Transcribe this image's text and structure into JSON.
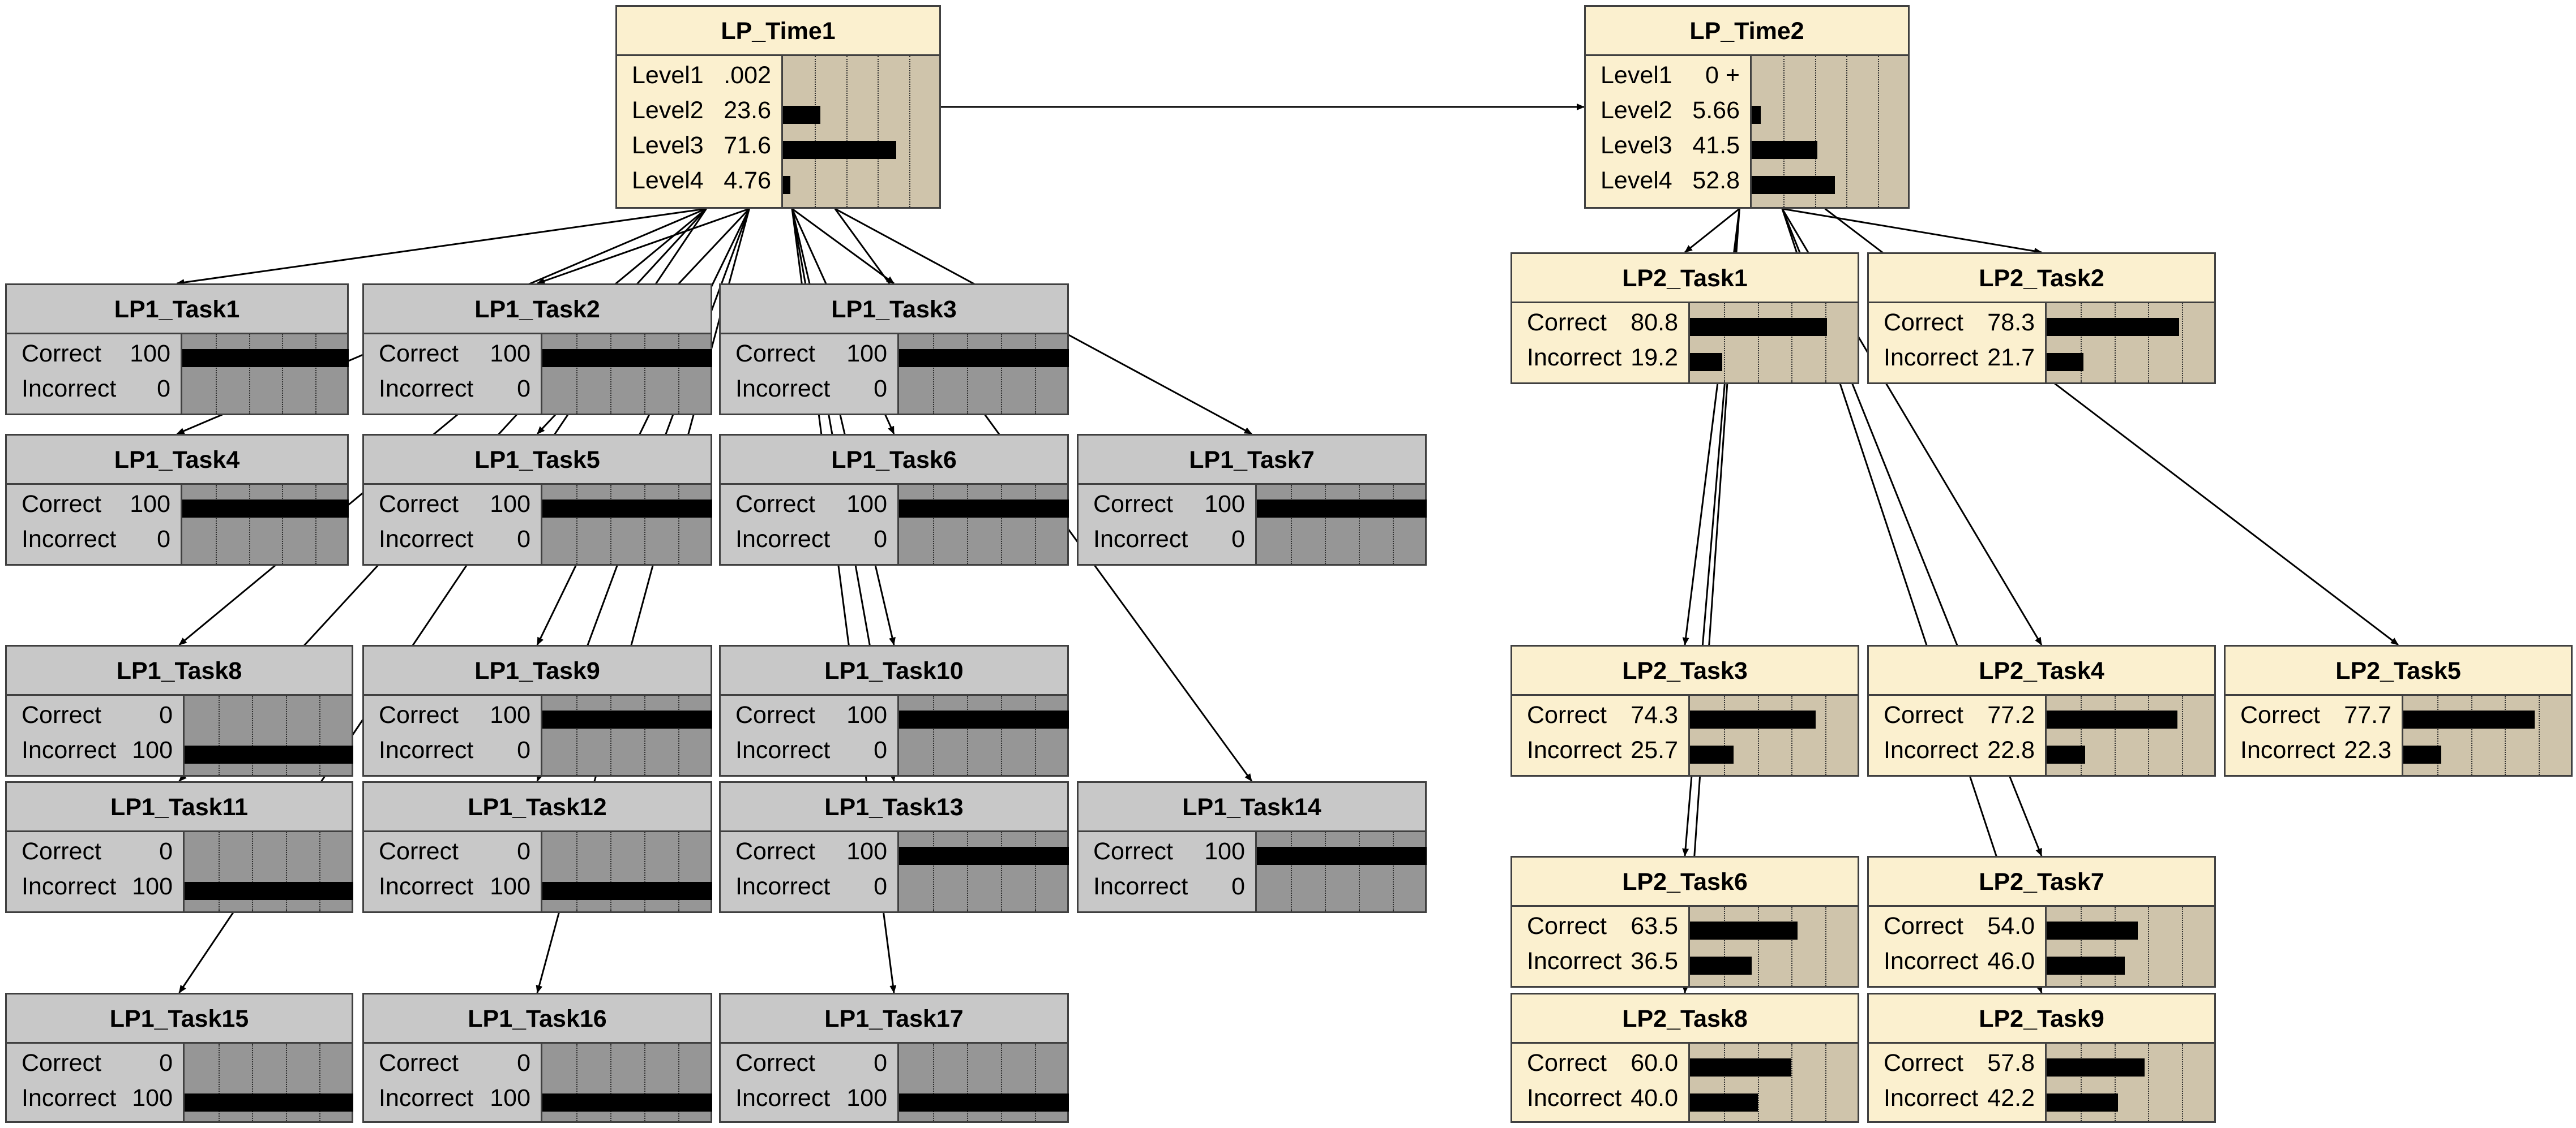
{
  "nodes": [
    {
      "id": "lp_time1",
      "title": "LP_Time1",
      "theme": "beige",
      "states": [
        {
          "name": "Level1",
          "value": ".002",
          "prob": 0.002
        },
        {
          "name": "Level2",
          "value": "23.6",
          "prob": 23.6
        },
        {
          "name": "Level3",
          "value": "71.6",
          "prob": 71.6
        },
        {
          "name": "Level4",
          "value": "4.76",
          "prob": 4.76
        }
      ]
    },
    {
      "id": "lp_time2",
      "title": "LP_Time2",
      "theme": "beige",
      "states": [
        {
          "name": "Level1",
          "value": "0 +",
          "prob": 0
        },
        {
          "name": "Level2",
          "value": "5.66",
          "prob": 5.66
        },
        {
          "name": "Level3",
          "value": "41.5",
          "prob": 41.5
        },
        {
          "name": "Level4",
          "value": "52.8",
          "prob": 52.8
        }
      ]
    },
    {
      "id": "lp1_task1",
      "title": "LP1_Task1",
      "theme": "gray",
      "states": [
        {
          "name": "Correct",
          "value": "100",
          "prob": 100
        },
        {
          "name": "Incorrect",
          "value": "0",
          "prob": 0
        }
      ]
    },
    {
      "id": "lp1_task2",
      "title": "LP1_Task2",
      "theme": "gray",
      "states": [
        {
          "name": "Correct",
          "value": "100",
          "prob": 100
        },
        {
          "name": "Incorrect",
          "value": "0",
          "prob": 0
        }
      ]
    },
    {
      "id": "lp1_task3",
      "title": "LP1_Task3",
      "theme": "gray",
      "states": [
        {
          "name": "Correct",
          "value": "100",
          "prob": 100
        },
        {
          "name": "Incorrect",
          "value": "0",
          "prob": 0
        }
      ]
    },
    {
      "id": "lp1_task4",
      "title": "LP1_Task4",
      "theme": "gray",
      "states": [
        {
          "name": "Correct",
          "value": "100",
          "prob": 100
        },
        {
          "name": "Incorrect",
          "value": "0",
          "prob": 0
        }
      ]
    },
    {
      "id": "lp1_task5",
      "title": "LP1_Task5",
      "theme": "gray",
      "states": [
        {
          "name": "Correct",
          "value": "100",
          "prob": 100
        },
        {
          "name": "Incorrect",
          "value": "0",
          "prob": 0
        }
      ]
    },
    {
      "id": "lp1_task6",
      "title": "LP1_Task6",
      "theme": "gray",
      "states": [
        {
          "name": "Correct",
          "value": "100",
          "prob": 100
        },
        {
          "name": "Incorrect",
          "value": "0",
          "prob": 0
        }
      ]
    },
    {
      "id": "lp1_task7",
      "title": "LP1_Task7",
      "theme": "gray",
      "states": [
        {
          "name": "Correct",
          "value": "100",
          "prob": 100
        },
        {
          "name": "Incorrect",
          "value": "0",
          "prob": 0
        }
      ]
    },
    {
      "id": "lp1_task8",
      "title": "LP1_Task8",
      "theme": "gray",
      "states": [
        {
          "name": "Correct",
          "value": "0",
          "prob": 0
        },
        {
          "name": "Incorrect",
          "value": "100",
          "prob": 100
        }
      ]
    },
    {
      "id": "lp1_task9",
      "title": "LP1_Task9",
      "theme": "gray",
      "states": [
        {
          "name": "Correct",
          "value": "100",
          "prob": 100
        },
        {
          "name": "Incorrect",
          "value": "0",
          "prob": 0
        }
      ]
    },
    {
      "id": "lp1_task10",
      "title": "LP1_Task10",
      "theme": "gray",
      "states": [
        {
          "name": "Correct",
          "value": "100",
          "prob": 100
        },
        {
          "name": "Incorrect",
          "value": "0",
          "prob": 0
        }
      ]
    },
    {
      "id": "lp1_task11",
      "title": "LP1_Task11",
      "theme": "gray",
      "states": [
        {
          "name": "Correct",
          "value": "0",
          "prob": 0
        },
        {
          "name": "Incorrect",
          "value": "100",
          "prob": 100
        }
      ]
    },
    {
      "id": "lp1_task12",
      "title": "LP1_Task12",
      "theme": "gray",
      "states": [
        {
          "name": "Correct",
          "value": "0",
          "prob": 0
        },
        {
          "name": "Incorrect",
          "value": "100",
          "prob": 100
        }
      ]
    },
    {
      "id": "lp1_task13",
      "title": "LP1_Task13",
      "theme": "gray",
      "states": [
        {
          "name": "Correct",
          "value": "100",
          "prob": 100
        },
        {
          "name": "Incorrect",
          "value": "0",
          "prob": 0
        }
      ]
    },
    {
      "id": "lp1_task14",
      "title": "LP1_Task14",
      "theme": "gray",
      "states": [
        {
          "name": "Correct",
          "value": "100",
          "prob": 100
        },
        {
          "name": "Incorrect",
          "value": "0",
          "prob": 0
        }
      ]
    },
    {
      "id": "lp1_task15",
      "title": "LP1_Task15",
      "theme": "gray",
      "states": [
        {
          "name": "Correct",
          "value": "0",
          "prob": 0
        },
        {
          "name": "Incorrect",
          "value": "100",
          "prob": 100
        }
      ]
    },
    {
      "id": "lp1_task16",
      "title": "LP1_Task16",
      "theme": "gray",
      "states": [
        {
          "name": "Correct",
          "value": "0",
          "prob": 0
        },
        {
          "name": "Incorrect",
          "value": "100",
          "prob": 100
        }
      ]
    },
    {
      "id": "lp1_task17",
      "title": "LP1_Task17",
      "theme": "gray",
      "states": [
        {
          "name": "Correct",
          "value": "0",
          "prob": 0
        },
        {
          "name": "Incorrect",
          "value": "100",
          "prob": 100
        }
      ]
    },
    {
      "id": "lp2_task1",
      "title": "LP2_Task1",
      "theme": "beige",
      "states": [
        {
          "name": "Correct",
          "value": "80.8",
          "prob": 80.8
        },
        {
          "name": "Incorrect",
          "value": "19.2",
          "prob": 19.2
        }
      ]
    },
    {
      "id": "lp2_task2",
      "title": "LP2_Task2",
      "theme": "beige",
      "states": [
        {
          "name": "Correct",
          "value": "78.3",
          "prob": 78.3
        },
        {
          "name": "Incorrect",
          "value": "21.7",
          "prob": 21.7
        }
      ]
    },
    {
      "id": "lp2_task3",
      "title": "LP2_Task3",
      "theme": "beige",
      "states": [
        {
          "name": "Correct",
          "value": "74.3",
          "prob": 74.3
        },
        {
          "name": "Incorrect",
          "value": "25.7",
          "prob": 25.7
        }
      ]
    },
    {
      "id": "lp2_task4",
      "title": "LP2_Task4",
      "theme": "beige",
      "states": [
        {
          "name": "Correct",
          "value": "77.2",
          "prob": 77.2
        },
        {
          "name": "Incorrect",
          "value": "22.8",
          "prob": 22.8
        }
      ]
    },
    {
      "id": "lp2_task5",
      "title": "LP2_Task5",
      "theme": "beige",
      "states": [
        {
          "name": "Correct",
          "value": "77.7",
          "prob": 77.7
        },
        {
          "name": "Incorrect",
          "value": "22.3",
          "prob": 22.3
        }
      ]
    },
    {
      "id": "lp2_task6",
      "title": "LP2_Task6",
      "theme": "beige",
      "states": [
        {
          "name": "Correct",
          "value": "63.5",
          "prob": 63.5
        },
        {
          "name": "Incorrect",
          "value": "36.5",
          "prob": 36.5
        }
      ]
    },
    {
      "id": "lp2_task7",
      "title": "LP2_Task7",
      "theme": "beige",
      "states": [
        {
          "name": "Correct",
          "value": "54.0",
          "prob": 54.0
        },
        {
          "name": "Incorrect",
          "value": "46.0",
          "prob": 46.0
        }
      ]
    },
    {
      "id": "lp2_task8",
      "title": "LP2_Task8",
      "theme": "beige",
      "states": [
        {
          "name": "Correct",
          "value": "60.0",
          "prob": 60.0
        },
        {
          "name": "Incorrect",
          "value": "40.0",
          "prob": 40.0
        }
      ]
    },
    {
      "id": "lp2_task9",
      "title": "LP2_Task9",
      "theme": "beige",
      "states": [
        {
          "name": "Correct",
          "value": "57.8",
          "prob": 57.8
        },
        {
          "name": "Incorrect",
          "value": "42.2",
          "prob": 42.2
        }
      ]
    }
  ],
  "edges": [
    {
      "from": "lp_time1",
      "to": "lp_time2"
    },
    {
      "from": "lp_time1",
      "to": "lp1_task1"
    },
    {
      "from": "lp_time1",
      "to": "lp1_task2"
    },
    {
      "from": "lp_time1",
      "to": "lp1_task3"
    },
    {
      "from": "lp_time1",
      "to": "lp1_task4"
    },
    {
      "from": "lp_time1",
      "to": "lp1_task5"
    },
    {
      "from": "lp_time1",
      "to": "lp1_task6"
    },
    {
      "from": "lp_time1",
      "to": "lp1_task7"
    },
    {
      "from": "lp_time1",
      "to": "lp1_task8"
    },
    {
      "from": "lp_time1",
      "to": "lp1_task9"
    },
    {
      "from": "lp_time1",
      "to": "lp1_task10"
    },
    {
      "from": "lp_time1",
      "to": "lp1_task11"
    },
    {
      "from": "lp_time1",
      "to": "lp1_task12"
    },
    {
      "from": "lp_time1",
      "to": "lp1_task13"
    },
    {
      "from": "lp_time1",
      "to": "lp1_task14"
    },
    {
      "from": "lp_time1",
      "to": "lp1_task15"
    },
    {
      "from": "lp_time1",
      "to": "lp1_task16"
    },
    {
      "from": "lp_time1",
      "to": "lp1_task17"
    },
    {
      "from": "lp_time2",
      "to": "lp2_task1"
    },
    {
      "from": "lp_time2",
      "to": "lp2_task2"
    },
    {
      "from": "lp_time2",
      "to": "lp2_task3"
    },
    {
      "from": "lp_time2",
      "to": "lp2_task4"
    },
    {
      "from": "lp_time2",
      "to": "lp2_task5"
    },
    {
      "from": "lp_time2",
      "to": "lp2_task6"
    },
    {
      "from": "lp_time2",
      "to": "lp2_task7"
    },
    {
      "from": "lp_time2",
      "to": "lp2_task8"
    },
    {
      "from": "lp_time2",
      "to": "lp2_task9"
    }
  ]
}
